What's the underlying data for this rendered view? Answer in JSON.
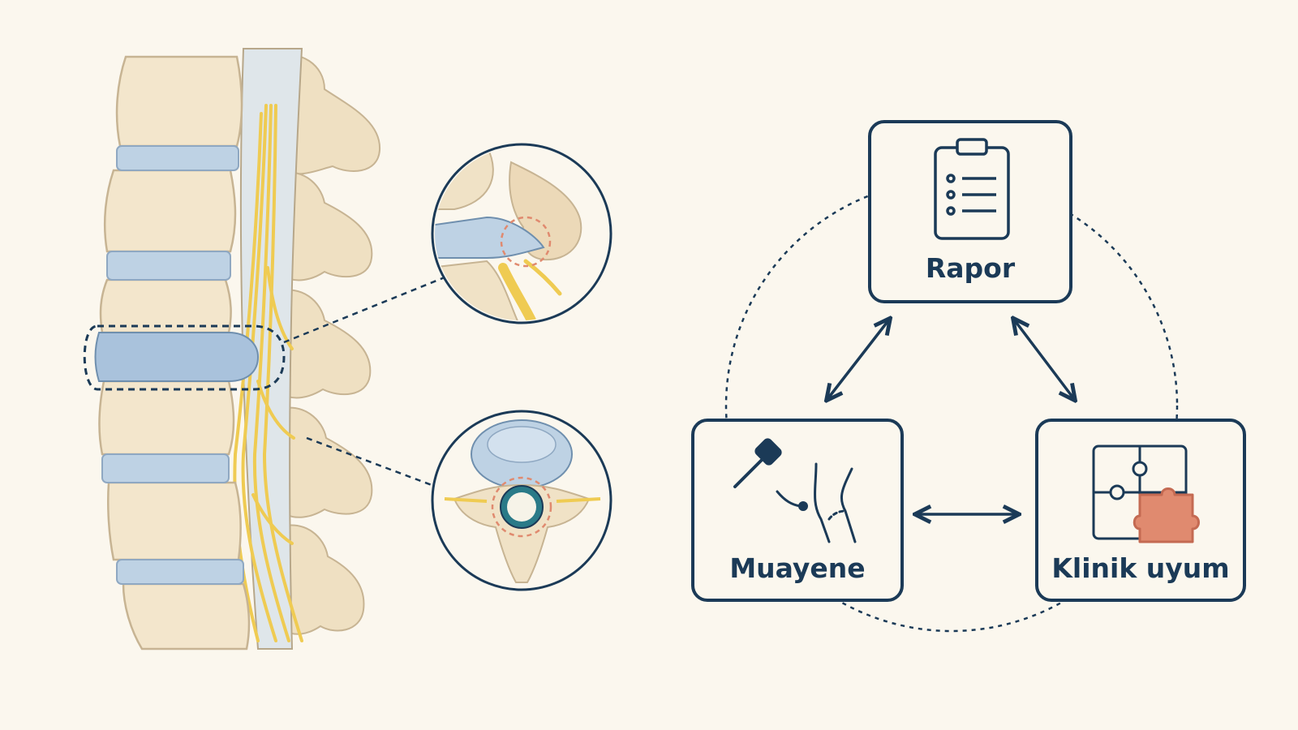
{
  "diagram": {
    "nodes": {
      "report": {
        "label": "Rapor",
        "icon": "clipboard-icon"
      },
      "exam": {
        "label": "Muayene",
        "icon": "reflex-hammer-icon"
      },
      "fit": {
        "label": "Klinik uyum",
        "icon": "puzzle-icon"
      }
    },
    "edges": [
      {
        "from": "report",
        "to": "exam",
        "style": "bidirectional-arrow"
      },
      {
        "from": "report",
        "to": "fit",
        "style": "bidirectional-arrow"
      },
      {
        "from": "exam",
        "to": "fit",
        "style": "bidirectional-arrow"
      }
    ],
    "cycle": "dashed-circle"
  },
  "illustration": {
    "subject": "lumbar-spine-sagittal-view",
    "callouts": [
      "herniated-disc-sagittal-zoom-icon",
      "spinal-canal-axial-zoom-icon"
    ]
  },
  "colors": {
    "background": "#fbf7ee",
    "navy": "#1b3a57",
    "bone": "#f3e6cc",
    "disc": "#b9cfe3",
    "nerve": "#f0cf5a",
    "highlight": "#e08a6f"
  }
}
